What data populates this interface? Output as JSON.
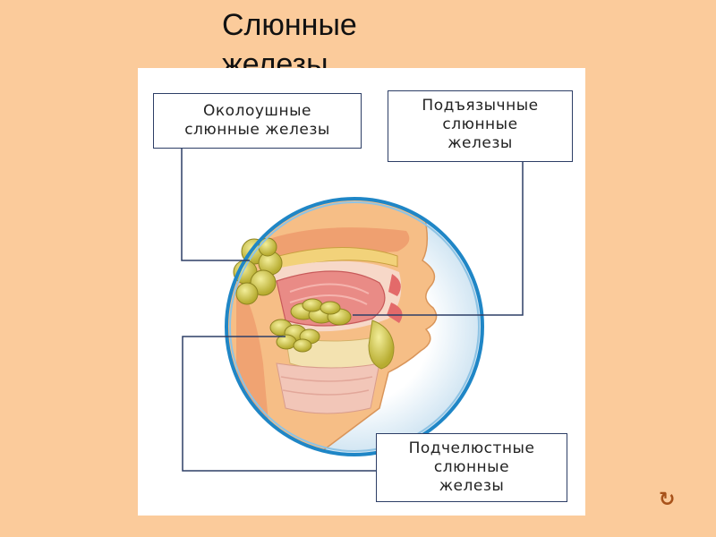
{
  "slide": {
    "title": "Слюнные\nжелезы"
  },
  "labels": {
    "parotid": "Околоушные\nслюнные железы",
    "sublingual": "Подъязычные\nслюнные\nжелезы",
    "submandibular": "Подчелюстные\nслюнные\nжелезы"
  },
  "nav": {
    "return_icon": "return-arrow-icon"
  },
  "colors": {
    "background": "#FBCB9B",
    "lens_border": "#1F86C6",
    "gland": "#C9C24A",
    "leader_line": "#2D3E66"
  }
}
